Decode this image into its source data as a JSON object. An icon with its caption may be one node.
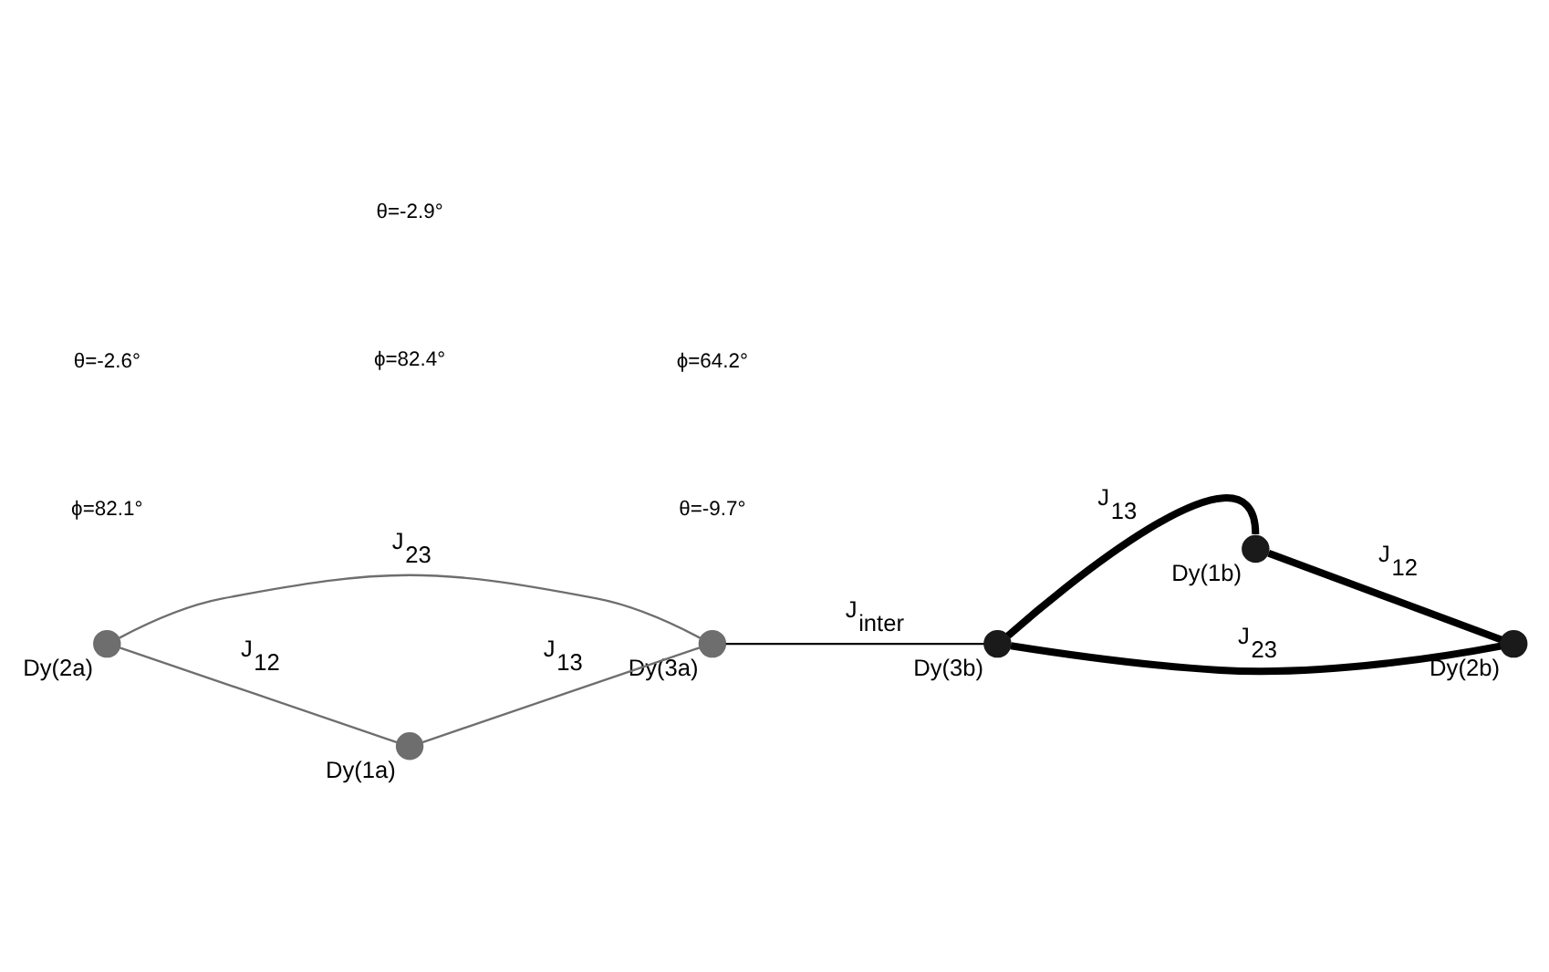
{
  "diagram": {
    "nodes": [
      {
        "text": [],
        "shape": "circle",
        "beside": [
          "Dy(2a)"
        ]
      },
      {
        "text": [],
        "shape": "circle",
        "beside": [
          "Dy(3a)"
        ]
      },
      {
        "text": [],
        "shape": "circle",
        "beside": [
          "Dy(1b)"
        ]
      },
      {
        "text": [],
        "shape": "circle",
        "beside": [
          "Dy(1a)"
        ]
      },
      {
        "text": [],
        "shape": "circle",
        "beside": [
          "Dy(3b)"
        ]
      },
      {
        "text": [],
        "shape": "circle",
        "beside": [
          "Dy(2b)"
        ]
      }
    ],
    "edges": [
      {
        "from": 0,
        "to": 3,
        "arrow": "none",
        "label": "J$_{12}$",
        "color": "#6e6e6e"
      },
      {
        "from": 0,
        "to": 1,
        "arrow": "none",
        "label": "J$_{23}$",
        "color": "#6e6e6e"
      },
      {
        "from": 3,
        "to": 1,
        "arrow": "none",
        "label": "J$_{13}$",
        "color": "#6e6e6e"
      },
      {
        "from": 1,
        "to": 4,
        "arrow": "none",
        "label": "J$_{inter}$"
      },
      {
        "from": 4,
        "to": 2,
        "arrow": "none",
        "label": "J$_{13}$",
        "style": "thick"
      },
      {
        "from": 2,
        "to": 5,
        "arrow": "none",
        "label": "J$_{12}$",
        "style": "thick"
      },
      {
        "from": 4,
        "to": 5,
        "arrow": "none",
        "label": "J$_{23}$",
        "style": "thick"
      }
    ],
    "labels": [
      "ϕ=82.1°",
      "θ=-2.6°",
      "θ=-9.7°",
      "ϕ=64.2°",
      "ϕ=82.4°",
      "θ=-2.9°"
    ]
  }
}
